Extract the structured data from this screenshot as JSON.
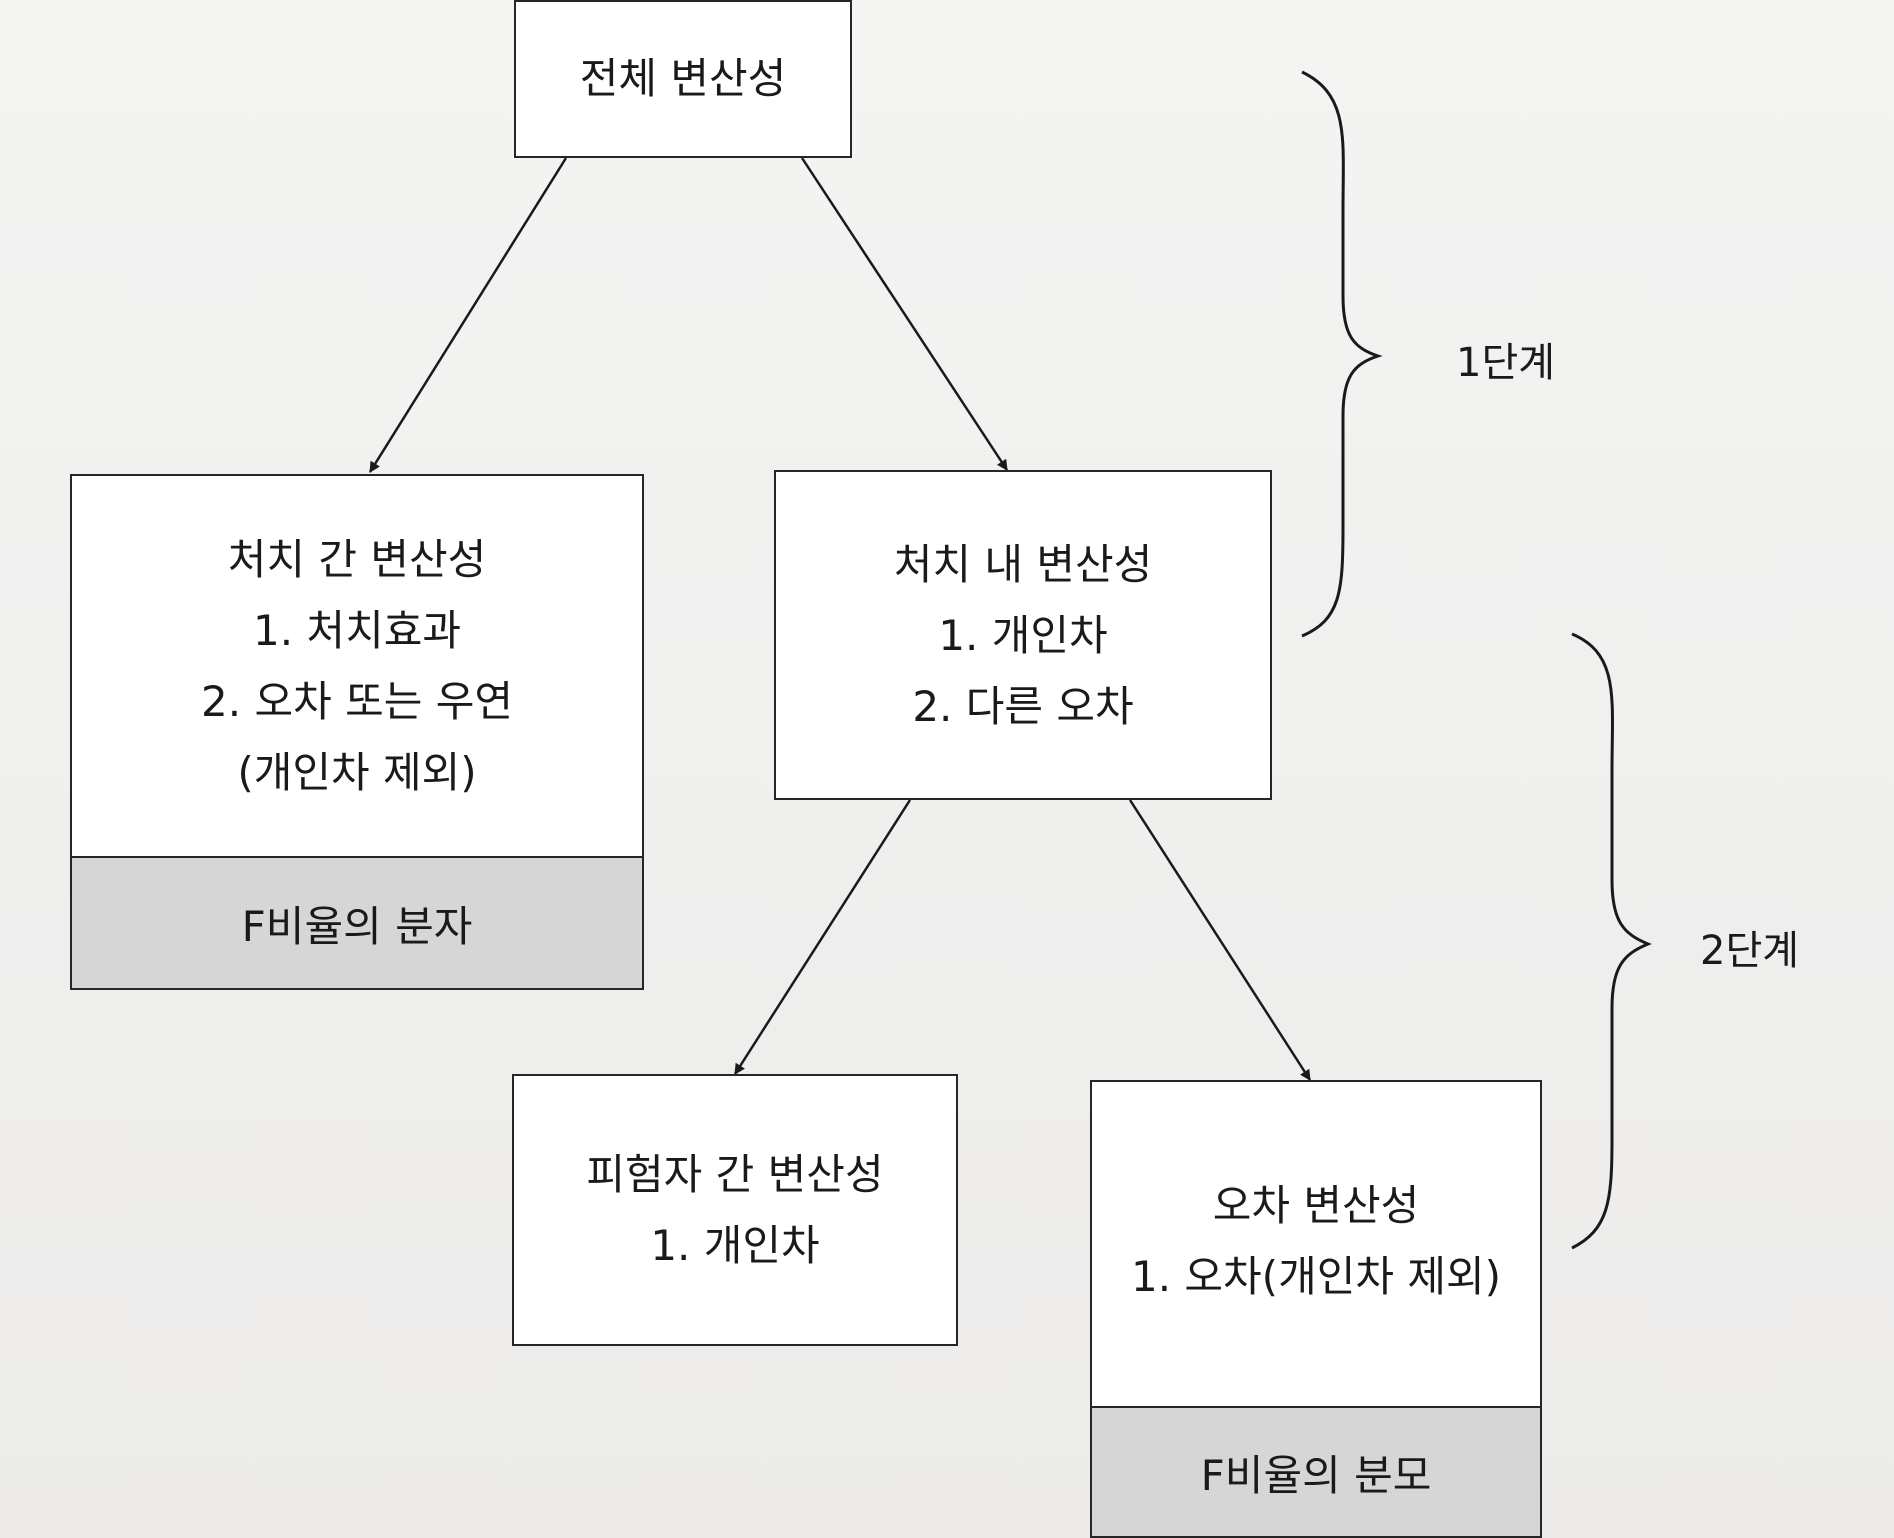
{
  "nodes": {
    "total": {
      "title": "전체 변산성"
    },
    "between_treatments": {
      "title": "처치 간 변산성",
      "items": [
        "1. 처치효과",
        "2. 오차 또는 우연",
        "(개인차 제외)"
      ],
      "footer": "F비율의 분자"
    },
    "within_treatments": {
      "title": "처치 내 변산성",
      "items": [
        "1. 개인차",
        "2. 다른 오차"
      ]
    },
    "between_subjects": {
      "title": "피험자 간 변산성",
      "items": [
        "1. 개인차"
      ]
    },
    "error": {
      "title": "오차 변산성",
      "items": [
        "1. 오차(개인차 제외)"
      ],
      "footer": "F비율의 분모"
    }
  },
  "stages": {
    "stage1": "1단계",
    "stage2": "2단계"
  }
}
